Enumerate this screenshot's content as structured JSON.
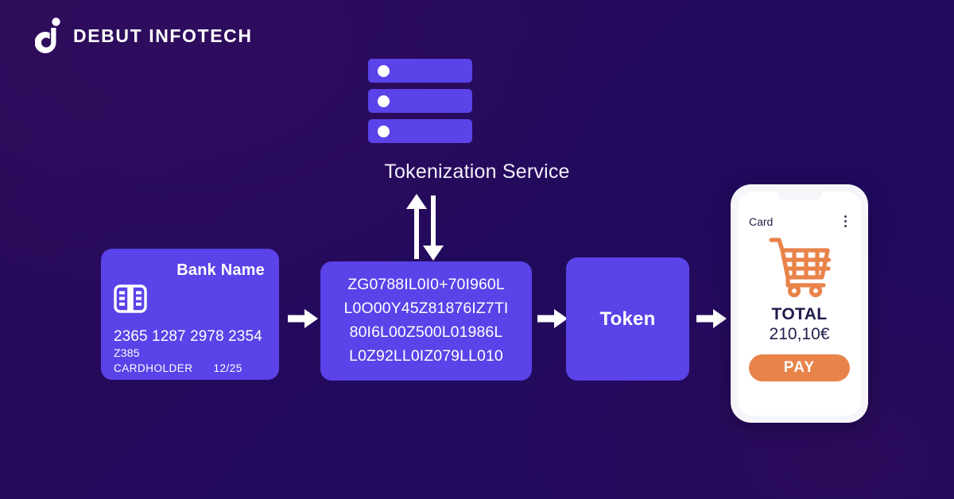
{
  "brand": {
    "name": "DEBUT INFOTECH",
    "logo_icon": "debut-d-logo-icon",
    "logo_color": "#ffffff"
  },
  "theme": {
    "background_dark": "#230a5c",
    "accent_purple": "#5a43e8",
    "accent_orange": "#e8834a",
    "text_light": "#ffffff",
    "text_dark": "#20204a"
  },
  "tokenization_service": {
    "label": "Tokenization Service",
    "servers": [
      {
        "led_icon": "status-led-icon"
      },
      {
        "led_icon": "status-led-icon"
      },
      {
        "led_icon": "status-led-icon"
      }
    ],
    "arrows": {
      "up_icon": "arrow-up-icon",
      "down_icon": "arrow-down-icon"
    }
  },
  "bank_card": {
    "bank_name": "Bank Name",
    "chip_icon": "card-chip-icon",
    "number": "2365 1287 2978 2354",
    "secondary_code": "Z385",
    "holder_label": "CARDHOLDER",
    "expiry": "12/25"
  },
  "token_string": {
    "lines": [
      "ZG0788IL0I0+70I960L",
      "L0O00Y45Z81876IZ7TI",
      "80I6L00Z500L01986L",
      "L0Z92LL0IZ079LL010"
    ]
  },
  "token_box": {
    "label": "Token"
  },
  "flow_arrows": [
    {
      "name": "arrow-card-to-string",
      "icon": "arrow-right-icon"
    },
    {
      "name": "arrow-string-to-token",
      "icon": "arrow-right-icon"
    },
    {
      "name": "arrow-token-to-phone",
      "icon": "arrow-right-icon"
    }
  ],
  "phone": {
    "header_label": "Card",
    "menu_icon": "kebab-menu-icon",
    "cart_icon": "shopping-cart-icon",
    "total_label": "TOTAL",
    "total_amount": "210,10€",
    "pay_button_label": "PAY"
  }
}
